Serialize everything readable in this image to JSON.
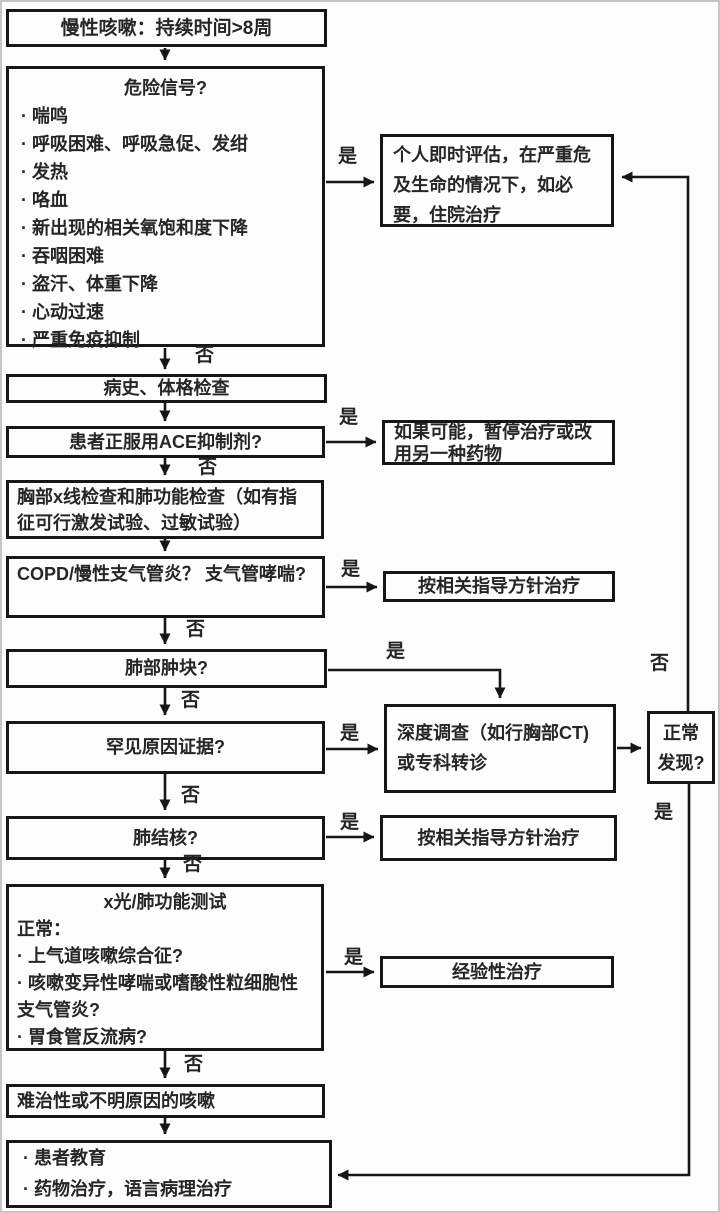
{
  "labels": {
    "yes": "是",
    "no": "否"
  },
  "nodes": {
    "start": "慢性咳嗽：持续时间>8周",
    "danger": {
      "title": "危险信号?",
      "items": [
        "· 喘鸣",
        "· 呼吸困难、呼吸急促、发绀",
        "· 发热",
        "· 咯血",
        "· 新出现的相关氧饱和度下降",
        "· 吞咽困难",
        "· 盗汗、体重下降",
        "· 心动过速",
        "· 严重免疫抑制"
      ]
    },
    "assess": "个人即时评估，在严重危及生命的情况下，如必要，住院治疗",
    "history": "病史、体格检查",
    "ace": "患者正服用ACE抑制剂?",
    "ace_action": "如果可能，暂停治疗或改用另一种药物",
    "xray": "胸部x线检查和肺功能检查（如有指征可行激发试验、过敏试验）",
    "copd": "COPD/慢性支气管炎？ 支气管哮喘?",
    "copd_action": "按相关指导方针治疗",
    "mass": "肺部肿块?",
    "rare": "罕见原因证据?",
    "investigate": "深度调查（如行胸部CT)或专科转诊",
    "normal": {
      "line1": "正常",
      "line2": "发现?"
    },
    "tb": "肺结核?",
    "tb_action": "按相关指导方针治疗",
    "func": {
      "title": "x光/肺功能测试",
      "subtitle": "正常：",
      "items": [
        "· 上气道咳嗽综合征?",
        "· 咳嗽变异性哮喘或嗜酸性粒细胞性支气管炎?",
        "· 胃食管反流病?"
      ]
    },
    "empiric": "经验性治疗",
    "refractory": "难治性或不明原因的咳嗽",
    "education": {
      "items": [
        "· 患者教育",
        "· 药物治疗，语言病理治疗"
      ]
    }
  }
}
